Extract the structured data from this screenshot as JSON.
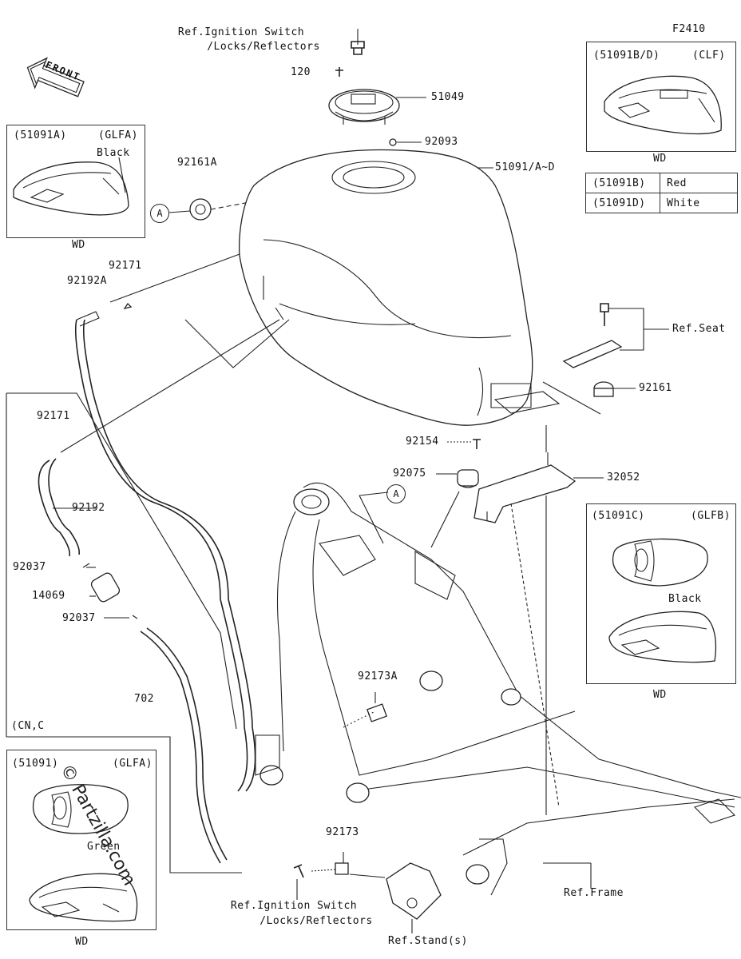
{
  "diagram": {
    "fig_code": "F2410",
    "front_arrow": "FRONT",
    "watermark": "© Partzilla.com",
    "labels": {
      "ref_ignition_top_1": "Ref.Ignition Switch",
      "ref_ignition_top_2": "/Locks/Reflectors",
      "p120": "120",
      "p51049": "51049",
      "p92093": "92093",
      "p92161a": "92161A",
      "p51091ad": "51091/A~D",
      "p92171_a": "92171",
      "p92192a": "92192A",
      "ref_seat": "Ref.Seat",
      "p92161": "92161",
      "p92171_b": "92171",
      "p92192": "92192",
      "p92154": "92154",
      "p92075": "92075",
      "p32052": "32052",
      "p92037_a": "92037",
      "p14069": "14069",
      "p92037_b": "92037",
      "p92173a": "92173A",
      "p702": "702",
      "cn_note": "(CN,C",
      "p92173": "92173",
      "ref_ignition_bot_1": "Ref.Ignition Switch",
      "ref_ignition_bot_2": "/Locks/Reflectors",
      "ref_stand": "Ref.Stand(s)",
      "ref_frame": "Ref.Frame",
      "circle_a": "A"
    },
    "insets": {
      "glfa_top": {
        "part": "(51091A)",
        "code": "(GLFA)",
        "color": "Black",
        "footer": "WD"
      },
      "clf": {
        "part": "(51091B/D)",
        "code": "(CLF)",
        "footer": "WD"
      },
      "glfb": {
        "part": "(51091C)",
        "code": "(GLFB)",
        "color": "Black",
        "footer": "WD"
      },
      "glfa_bot": {
        "part": "(51091)",
        "code": "(GLFA)",
        "color": "Green",
        "footer": "WD"
      }
    },
    "color_table": [
      {
        "part": "(51091B)",
        "color": "Red"
      },
      {
        "part": "(51091D)",
        "color": "White"
      }
    ]
  }
}
